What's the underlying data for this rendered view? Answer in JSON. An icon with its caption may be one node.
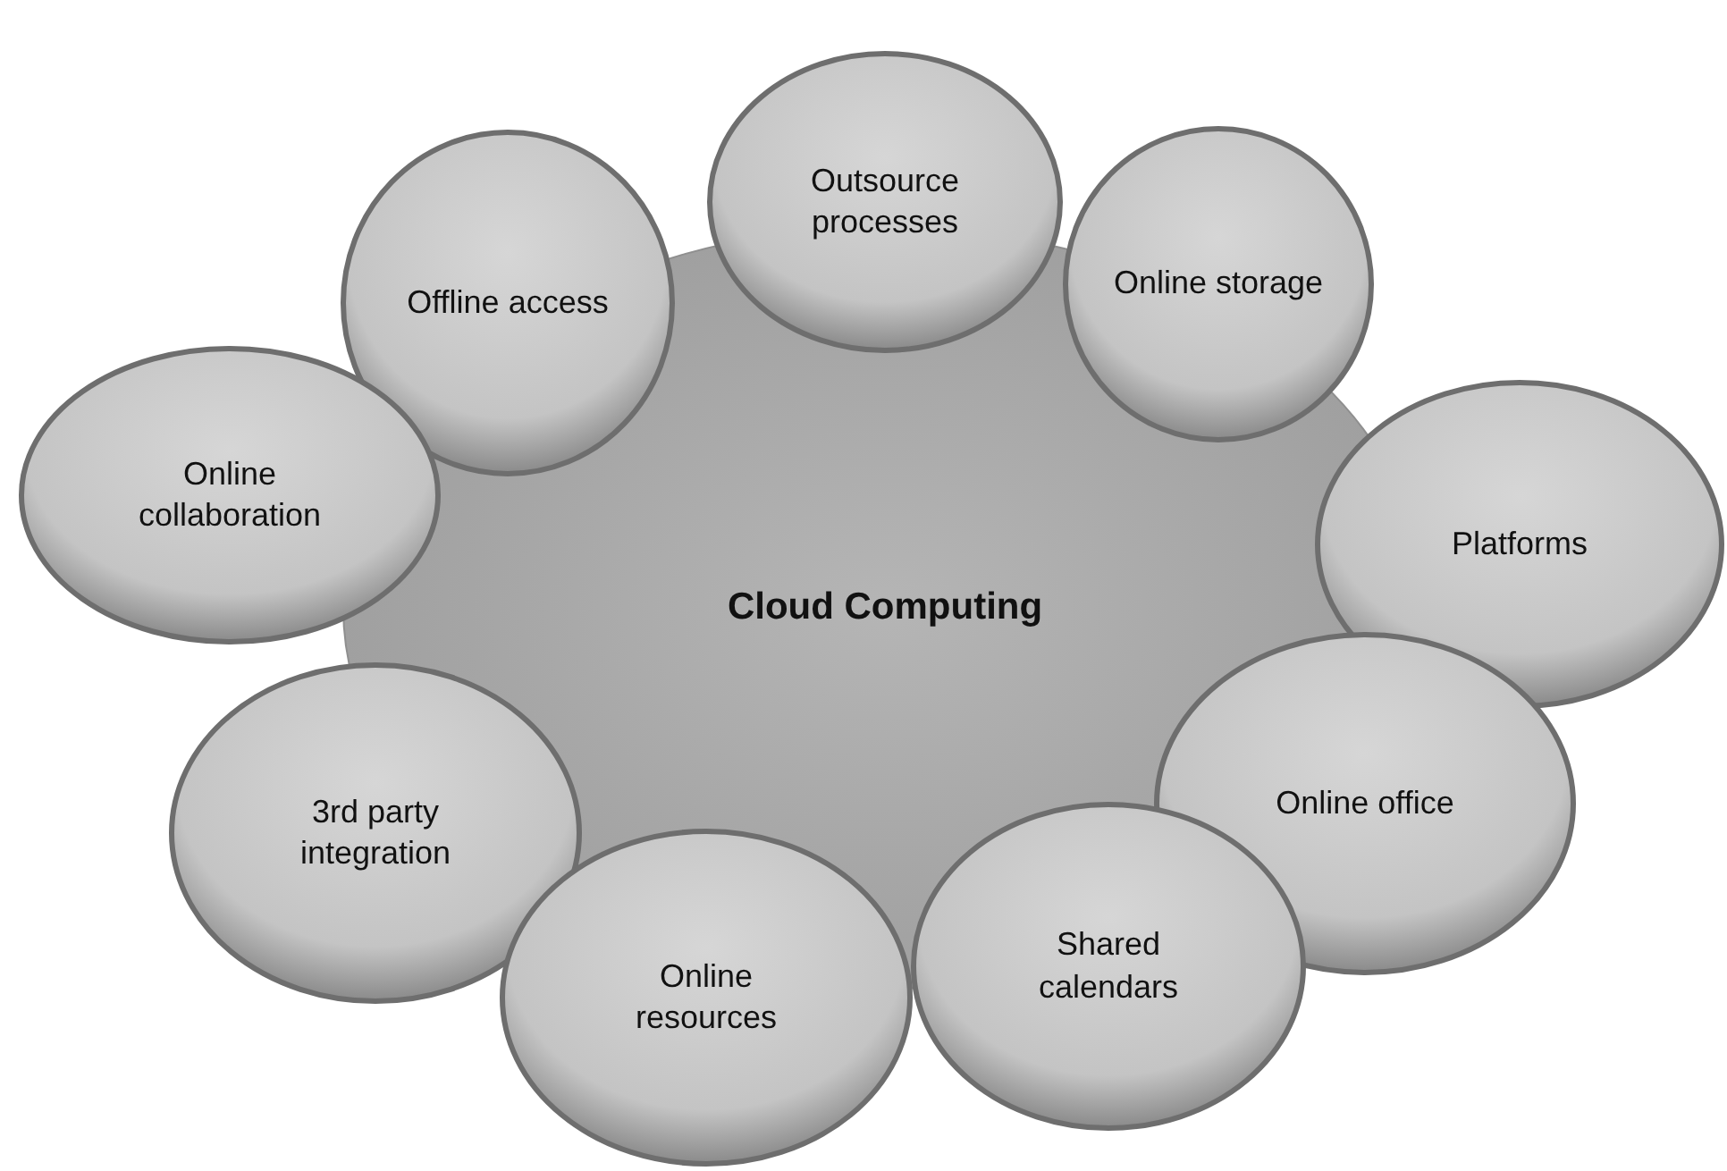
{
  "diagram": {
    "nodes": [
      {
        "text": [
          "Cloud Computing"
        ]
      },
      {
        "text": [
          "Outsource processes"
        ]
      },
      {
        "text": [
          "Online storage"
        ]
      },
      {
        "text": [
          "Platforms"
        ]
      },
      {
        "text": [
          "Online office"
        ]
      },
      {
        "text": [
          "Shared calendars"
        ]
      },
      {
        "text": [
          "Online resources"
        ]
      },
      {
        "text": [
          "3rd party integration"
        ]
      },
      {
        "text": [
          "Online collaboration"
        ]
      },
      {
        "text": [
          "Offline access"
        ]
      }
    ]
  }
}
